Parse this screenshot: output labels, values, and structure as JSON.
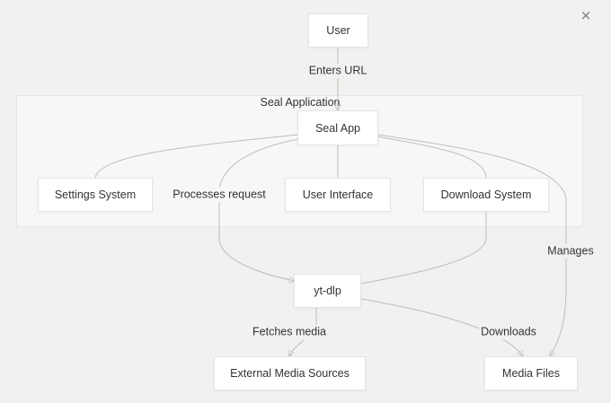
{
  "diagram": {
    "cluster_label": "Seal Application",
    "nodes": {
      "user": "User",
      "seal_app": "Seal App",
      "settings": "Settings System",
      "ui": "User Interface",
      "download": "Download System",
      "ytdlp": "yt-dlp",
      "external": "External Media Sources",
      "media_files": "Media Files"
    },
    "edges": {
      "enters_url": "Enters URL",
      "processes_request": "Processes request",
      "manages": "Manages",
      "fetches_media": "Fetches media",
      "downloads": "Downloads"
    }
  },
  "controls": {
    "close_icon": "×"
  }
}
